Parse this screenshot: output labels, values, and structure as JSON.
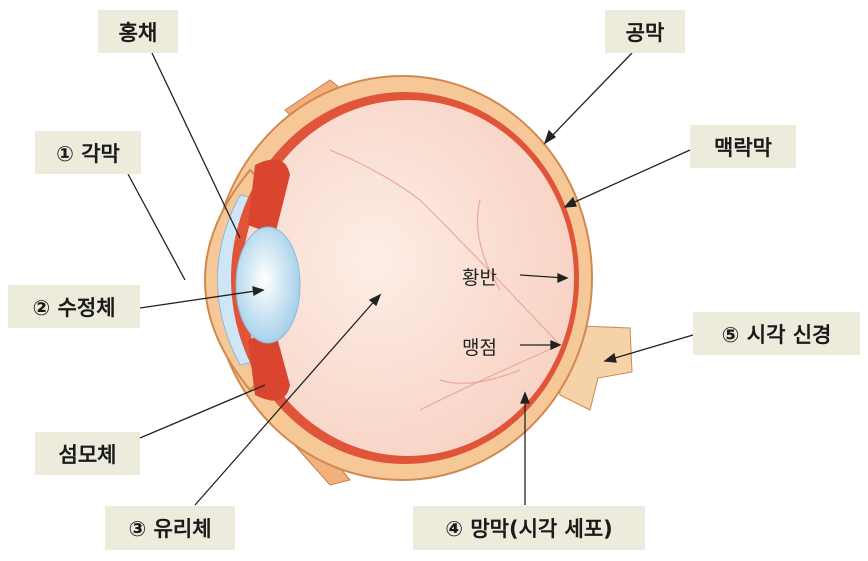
{
  "labels": {
    "iris": "홍채",
    "sclera": "공막",
    "cornea": "① 각막",
    "choroid": "맥락막",
    "lens": "② 수정체",
    "macula": "황반",
    "blind_spot": "맹점",
    "optic_nerve": "⑤ 시각 신경",
    "ciliary_body": "섬모체",
    "vitreous": "③ 유리체",
    "retina": "④ 망막(시각 세포)"
  },
  "colors": {
    "label_bg": "#ecebdc",
    "sclera": "#f6c898",
    "choroid": "#e0553a",
    "interior": "#fbe3d8",
    "lens": "#d6ecf8"
  }
}
